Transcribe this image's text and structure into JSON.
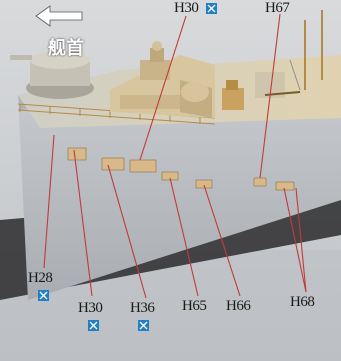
{
  "direction_label": "舰首",
  "callouts": {
    "h30_top": "H30",
    "h67": "H67",
    "h28": "H28",
    "h30_bottom": "H30",
    "h36": "H36",
    "h65": "H65",
    "h66": "H66",
    "h68": "H68"
  },
  "colors": {
    "hull": "#b8bcc0",
    "deck_wood": "#d9c39a",
    "brass": "#c8a25e",
    "leader_line": "#c23a3a",
    "marker_blue": "#1f7fc4"
  },
  "icons": {
    "bow_arrow": "arrow-left-icon",
    "marker": "interchangeable-part-icon"
  }
}
